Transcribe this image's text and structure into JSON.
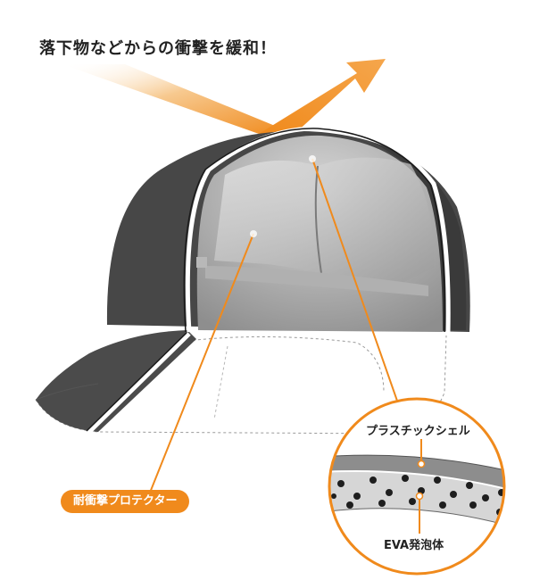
{
  "headline": "落下物などからの衝撃を緩和！",
  "protector_label": "耐衝撃プロテクター",
  "shell_label": "プラスチックシェル",
  "foam_label": "EVA発泡体",
  "colors": {
    "accent": "#f08a1c",
    "cap": "#3f3f3f",
    "cap_dark": "#2a2a2a",
    "text": "#222222"
  },
  "icons": {
    "arrow": "deflection-arrow-icon",
    "detail": "magnified-cross-section"
  }
}
